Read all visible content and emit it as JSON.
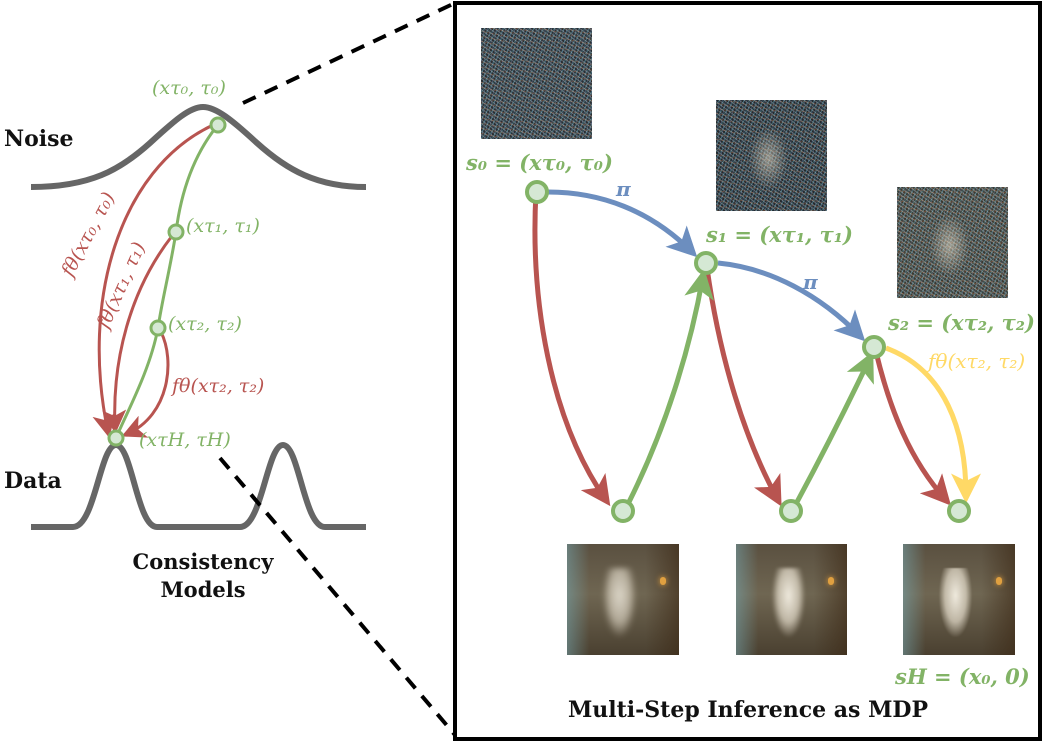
{
  "colors": {
    "green": "#82b366",
    "green_fill": "#d5e8d4",
    "red": "#b85450",
    "blue": "#6c8ebf",
    "yellow": "#ffd966",
    "gray": "#666666",
    "border": "#000000"
  },
  "left_panel": {
    "noise_label": "Noise",
    "data_label": "Data",
    "title_line1": "Consistency",
    "title_line2": "Models",
    "points": [
      {
        "id": "x_tau0",
        "label": "(xτ₀, τ₀)"
      },
      {
        "id": "x_tau1",
        "label": "(xτ₁, τ₁)"
      },
      {
        "id": "x_tau2",
        "label": "(xτ₂, τ₂)"
      },
      {
        "id": "x_tauH",
        "label": "(xτH, τH)"
      }
    ],
    "arrows": [
      {
        "from": "x_tau0",
        "to": "x_tauH",
        "label": "fθ(xτ₀, τ₀)",
        "color": "red"
      },
      {
        "from": "x_tau1",
        "to": "x_tauH",
        "label": "fθ(xτ₁, τ₁)",
        "color": "red"
      },
      {
        "from": "x_tau2",
        "to": "x_tauH",
        "label": "fθ(xτ₂, τ₂)",
        "color": "red"
      }
    ]
  },
  "right_panel": {
    "title": "Multi-Step Inference as MDP",
    "states": [
      {
        "id": "s0",
        "label": "s₀ = (xτ₀, τ₀)"
      },
      {
        "id": "s1",
        "label": "s₁ = (xτ₁, τ₁)"
      },
      {
        "id": "s2",
        "label": "s₂ = (xτ₂, τ₂)"
      },
      {
        "id": "sH",
        "label": "sH = (x₀, 0)"
      }
    ],
    "policy_labels": [
      "π",
      "π"
    ],
    "final_step_label": "fθ(xτ₂, τ₂)",
    "noisy_images": [
      "noise-step-0",
      "noise-step-1",
      "noise-step-2"
    ],
    "generated_images": [
      "llama-gen-1",
      "llama-gen-2",
      "llama-gen-3"
    ]
  }
}
